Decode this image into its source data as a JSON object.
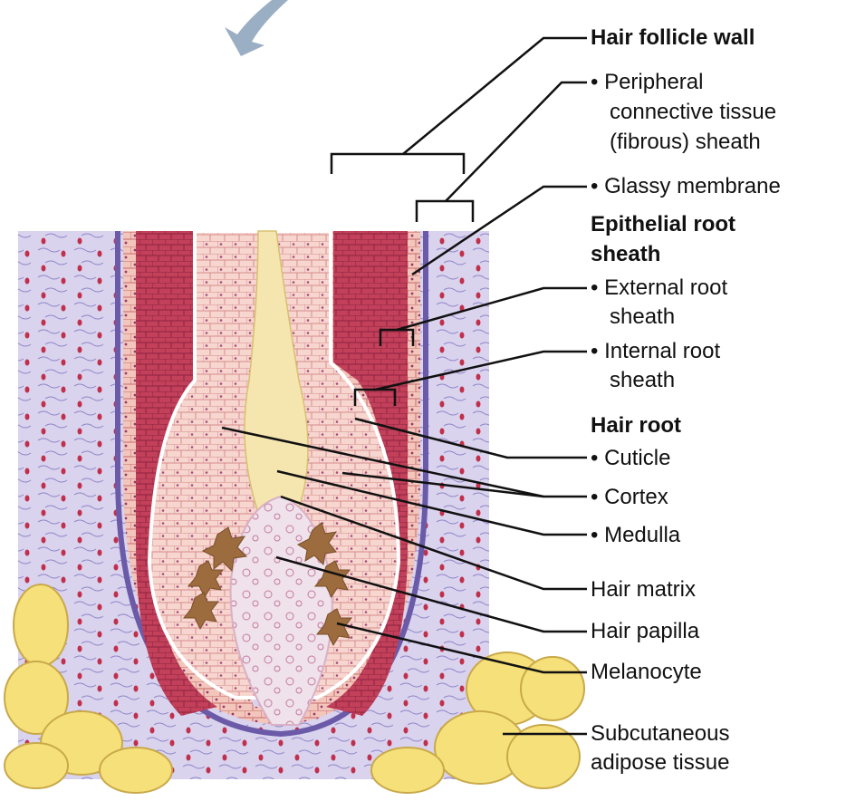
{
  "labels": {
    "hair_follicle_wall": "Hair follicle wall",
    "peripheral_1": "• Peripheral",
    "peripheral_2": "connective tissue",
    "peripheral_3": "(fibrous) sheath",
    "glassy_membrane": "• Glassy membrane",
    "epithelial_1": "Epithelial root",
    "epithelial_2": "sheath",
    "external_1": "• External root",
    "external_2": "sheath",
    "internal_1": "• Internal root",
    "internal_2": "sheath",
    "hair_root": "Hair root",
    "cuticle": "• Cuticle",
    "cortex": "• Cortex",
    "medulla": "• Medulla",
    "hair_matrix": "Hair matrix",
    "hair_papilla": "Hair papilla",
    "melanocyte": "Melanocyte",
    "adipose_1": "Subcutaneous",
    "adipose_2": "adipose tissue"
  },
  "colors": {
    "connective_tissue": "#c9c2e6",
    "glassy_membrane": "#6b5aa8",
    "external_root_sheath": "#e8a0a8",
    "internal_root_sheath": "#b8304e",
    "cortex": "#f3cfc4",
    "medulla": "#f5e6b0",
    "papilla": "#efe0e8",
    "melanocyte": "#9c6b3e",
    "adipose": "#f6e07a",
    "arrow": "#9aaec4"
  }
}
